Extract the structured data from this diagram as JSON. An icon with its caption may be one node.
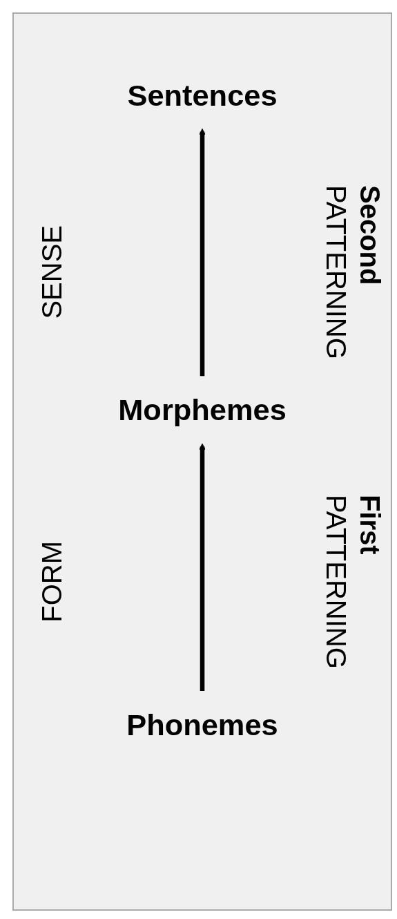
{
  "diagram": {
    "nodes": [
      {
        "text": [
          "Sentences"
        ]
      },
      {
        "text": [
          "Morphemes"
        ]
      },
      {
        "text": [
          "Phonemes"
        ]
      }
    ],
    "edges": [
      {
        "from": 1,
        "to": 0,
        "arrow": "to"
      },
      {
        "from": 2,
        "to": 1,
        "arrow": "to"
      }
    ],
    "labels": [
      "SENSE",
      "Second",
      "PATTERNING",
      "FORM",
      "First",
      "PATTERNING"
    ]
  }
}
